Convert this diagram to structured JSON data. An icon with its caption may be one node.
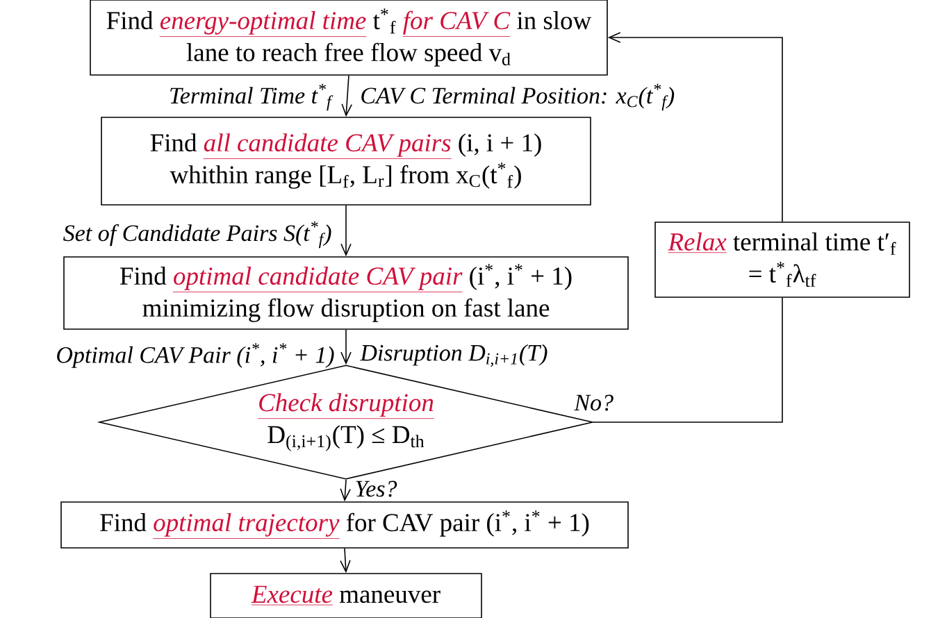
{
  "diagram": {
    "nodes": [
      {
        "text": [
          "Find *energy-optimal time* t$^{*}$$_{f}$ *for CAV C* in slow lane to reach free flow speed v$_{d}$"
        ]
      },
      {
        "text": [
          "Find *all candidate CAV pairs* (i, i + 1) whithin range [L$_{f}$, L$_{r}$] from x$_{C}$(t$^{*}$$_{f}$)"
        ]
      },
      {
        "text": [
          "Find *optimal candidate CAV pair* (i$^{*}$, i$^{*}$ + 1) minimizing flow disruption on fast lane"
        ]
      },
      {
        "text": [
          "*Relax* terminal time t′$_{f}$ = t$^{*}$$_{f}$λ$_{tf}$"
        ]
      },
      {
        "text": [
          "*Check disruption* D$_{(i,i+1)}$(T) ≤ D$_{th}$"
        ]
      },
      {
        "text": [
          "Find *optimal trajectory* for CAV pair (i$^{*}$, i$^{*}$ + 1)"
        ]
      },
      {
        "text": [
          "*Execute* maneuver"
        ]
      }
    ],
    "edges": [
      {
        "from": 0,
        "to": 1,
        "arrow": "to",
        "label": "Terminal Time t$^{*}$$_{f}$"
      },
      {
        "from": 1,
        "to": 2,
        "arrow": "to",
        "label": "Set of Candidate Pairs S(t$^{*}$$_{f}$)"
      },
      {
        "from": 2,
        "to": 4,
        "arrow": "to",
        "label": "Optimal CAV Pair (i$^{*}$, i$^{*}$ + 1)"
      },
      {
        "from": 4,
        "to": 5,
        "arrow": "to",
        "label": "Yes?"
      },
      {
        "from": 5,
        "to": 6,
        "arrow": "to"
      },
      {
        "from": 4,
        "to": 3,
        "arrow": "none",
        "label": "No?"
      },
      {
        "from": 3,
        "to": 0,
        "arrow": "to"
      }
    ],
    "labels": [
      "CAV C Terminal Position: x$_{C}$(t$^{*}$$_{f}$)",
      "Disruption D$_{i,i+1}$(T)"
    ]
  }
}
